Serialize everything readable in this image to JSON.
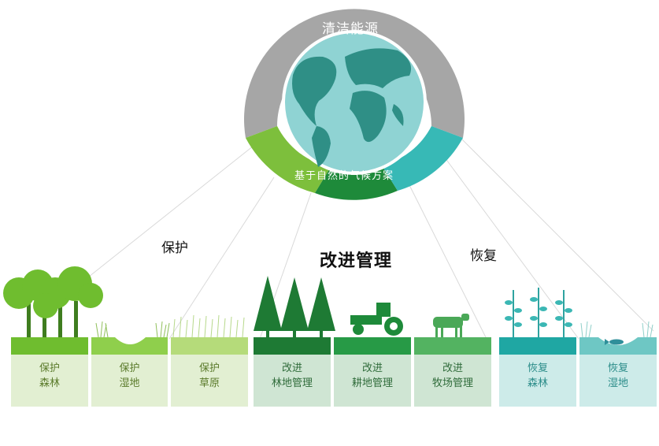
{
  "globe": {
    "outer_label": "清洁能源",
    "inner_label": "基于自然的气候方案"
  },
  "categories": {
    "protect": "保护",
    "improve": "改进管理",
    "restore": "恢复"
  },
  "cards": [
    {
      "line1": "保护",
      "line2": "森林"
    },
    {
      "line1": "保护",
      "line2": "湿地"
    },
    {
      "line1": "保护",
      "line2": "草原"
    },
    {
      "line1": "改进",
      "line2": "林地管理"
    },
    {
      "line1": "改进",
      "line2": "耕地管理"
    },
    {
      "line1": "改进",
      "line2": "牧场管理"
    },
    {
      "line1": "恢复",
      "line2": "森林"
    },
    {
      "line1": "恢复",
      "line2": "湿地"
    }
  ],
  "colors": {
    "ring_gray": "#a6a6a6",
    "protect_green": "#7dbf3c",
    "improve_green": "#1e8a3a",
    "restore_teal": "#37b9b6",
    "protect_card": "#e2efd2",
    "improve_card": "#cfe5d3",
    "restore_card": "#cdebe9"
  }
}
